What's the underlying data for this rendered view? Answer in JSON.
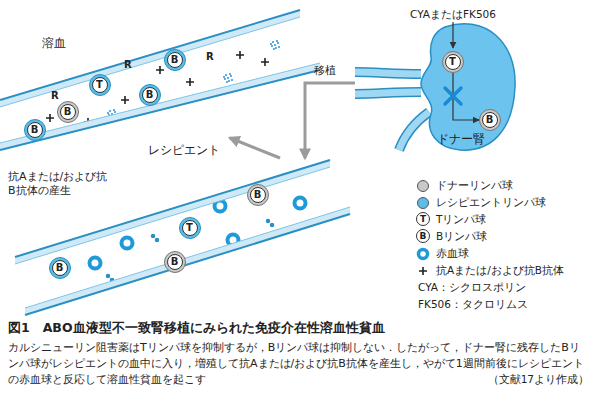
{
  "diagram": {
    "title": "図1　ABO血液型不一致腎移植にみられた免疫介在性溶血性貧血",
    "caption": "カルシニューリン阻害薬はTリンパ球を抑制するが，Bリンパ球は抑制しない．したがって，ドナー腎に残存したBリンパ球がレシピエントの血中に入り，増殖して抗Aまたは/および抗B抗体を産生し，やがて1週間前後にレシピエントの赤血球と反応して溶血性貧血を起こす",
    "nodes": [
      {
        "text": [
          "溶血"
        ]
      },
      {
        "text": [
          "B"
        ],
        "in": 0
      },
      {
        "text": [
          "T"
        ],
        "in": 0
      },
      {
        "text": [
          "B"
        ],
        "in": 0
      },
      {
        "text": [
          "B"
        ],
        "in": 0
      },
      {
        "text": [
          "B"
        ],
        "in": 0
      },
      {
        "text": [
          "ドナー腎"
        ]
      },
      {
        "text": [
          "T"
        ],
        "in": 6
      },
      {
        "text": [
          "B"
        ],
        "in": 6
      },
      {
        "text": [
          "レシピエント"
        ]
      },
      {
        "text": [
          "B"
        ],
        "in": 9
      },
      {
        "text": [
          "T"
        ],
        "in": 9
      },
      {
        "text": [
          "B"
        ],
        "in": 9
      },
      {
        "text": [
          "B"
        ],
        "in": 9
      }
    ],
    "edges": [
      {
        "from": 6,
        "to": 9,
        "label": "移植",
        "arrow": "to"
      },
      {
        "from": 9,
        "to": 0,
        "label": "抗Aまたは/および抗B抗体の産生",
        "arrow": "to"
      },
      {
        "from": 7,
        "to": 8,
        "arrow": "to"
      }
    ],
    "labels": [
      "CYAまたはFK506",
      "R",
      "R",
      "R",
      "T",
      "B",
      "CYA：シクロスポリン",
      "FK506：タクロリムス",
      "（文献17より作成）"
    ],
    "legend": [
      {
        "text": "ドナーリンパ球",
        "color": "#c8c8c8"
      },
      {
        "text": "レシピエントリンパ球",
        "color": "#5bbde8"
      },
      {
        "text": "Tリンパ球"
      },
      {
        "text": "Bリンパ球"
      },
      {
        "text": "赤血球"
      },
      {
        "text": "抗Aまたは/および抗B抗体"
      }
    ]
  }
}
